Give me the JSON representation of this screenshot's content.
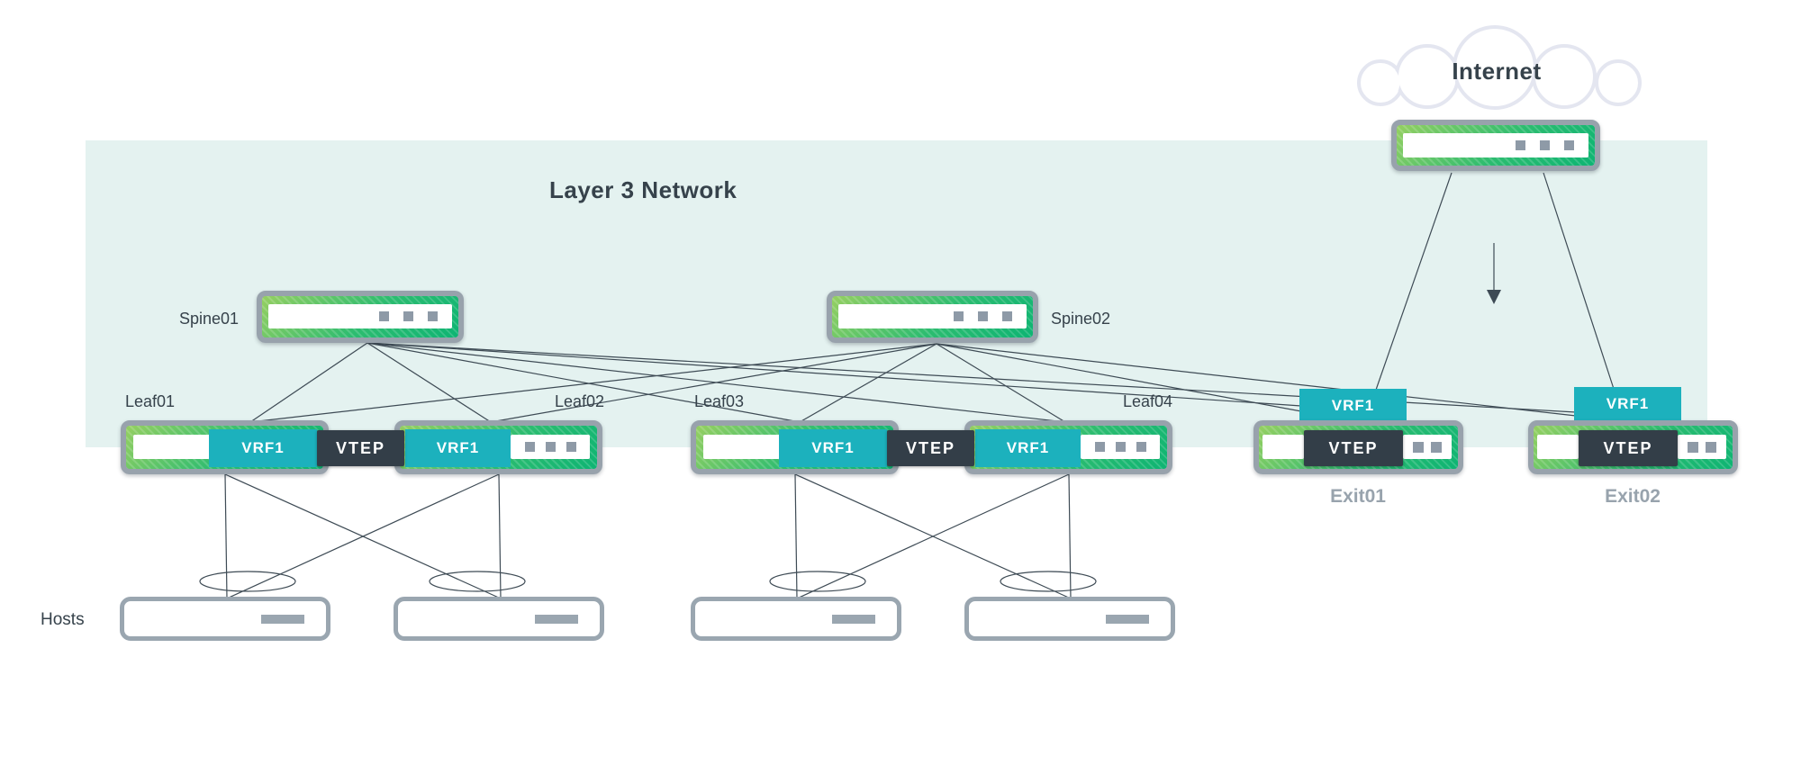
{
  "band": {
    "title": "Layer 3 Network"
  },
  "internet": {
    "label": "Internet"
  },
  "badges": {
    "vrf": "VRF1",
    "vtep": "VTEP"
  },
  "devices": {
    "spines": [
      {
        "label": "Spine01"
      },
      {
        "label": "Spine02"
      }
    ],
    "leaves": [
      {
        "label": "Leaf01"
      },
      {
        "label": "Leaf02"
      },
      {
        "label": "Leaf03"
      },
      {
        "label": "Leaf04"
      }
    ],
    "exits": [
      {
        "label": "Exit01"
      },
      {
        "label": "Exit02"
      }
    ]
  },
  "hosts": {
    "label": "Hosts",
    "count": 4
  },
  "colors": {
    "band": "#e4f2f0",
    "green1": "#95cf61",
    "green2": "#0eb473",
    "swborder": "#98a2ac",
    "teal": "#1cb1bd",
    "dark": "#333e48",
    "line": "#3e4b55",
    "label": "#36424b",
    "muted": "#98a3ad",
    "port": "#8e9aa7",
    "hostgray": "#9aa6b0",
    "cloud": "#e4e6f0"
  }
}
